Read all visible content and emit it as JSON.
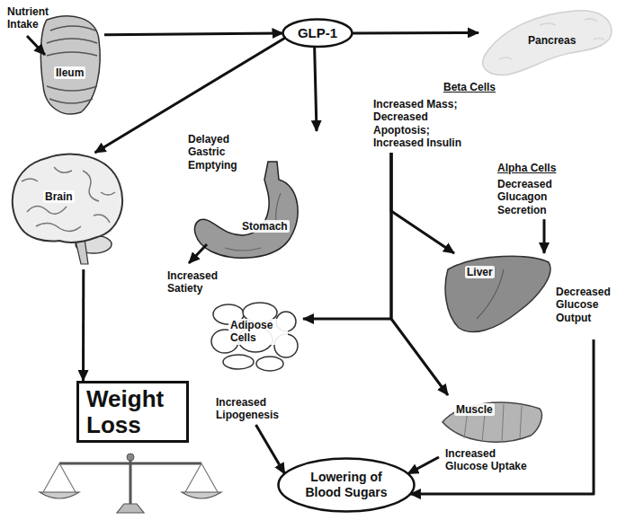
{
  "diagram": {
    "nodes": [
      {
        "text": [
          "Ileum"
        ]
      },
      {
        "text": [
          "GLP-1"
        ]
      },
      {
        "text": [
          "Pancreas"
        ]
      },
      {
        "text": [
          "Beta Cells",
          "Increased Mass; Decreased Apoptosis; Increased Insulin"
        ]
      },
      {
        "text": [
          "Alpha Cells",
          "Decreased Glucagon Secretion"
        ]
      },
      {
        "text": [
          "Brain"
        ]
      },
      {
        "text": [
          "Delayed Gastric Emptying",
          "Stomach"
        ]
      },
      {
        "text": [
          "Liver",
          "Decreased Glucose Output"
        ]
      },
      {
        "text": [
          "Adipose Cells",
          "Increased Lipogenesis"
        ]
      },
      {
        "text": [
          "Muscle",
          "Increased Glucose Uptake"
        ]
      },
      {
        "text": [
          "Weight Loss"
        ]
      },
      {
        "text": [
          "Lowering of Blood Sugars"
        ]
      }
    ],
    "edges": [
      {
        "from": 0,
        "to": 1,
        "arrow": "to"
      },
      {
        "from": 1,
        "to": 2,
        "arrow": "to"
      },
      {
        "from": 1,
        "to": 5,
        "arrow": "to"
      },
      {
        "from": 1,
        "to": 6,
        "arrow": "to"
      },
      {
        "from": 5,
        "to": 10,
        "arrow": "to"
      },
      {
        "from": 3,
        "to": 7,
        "arrow": "to"
      },
      {
        "from": 3,
        "to": 8,
        "arrow": "to"
      },
      {
        "from": 3,
        "to": 9,
        "arrow": "to"
      },
      {
        "from": 4,
        "to": 7,
        "arrow": "to"
      },
      {
        "from": 7,
        "to": 11,
        "arrow": "to"
      },
      {
        "from": 8,
        "to": 11,
        "arrow": "to"
      },
      {
        "from": 9,
        "to": 11,
        "arrow": "to"
      }
    ],
    "labels": [
      "Nutrient Intake",
      "Increased Satiety"
    ]
  }
}
